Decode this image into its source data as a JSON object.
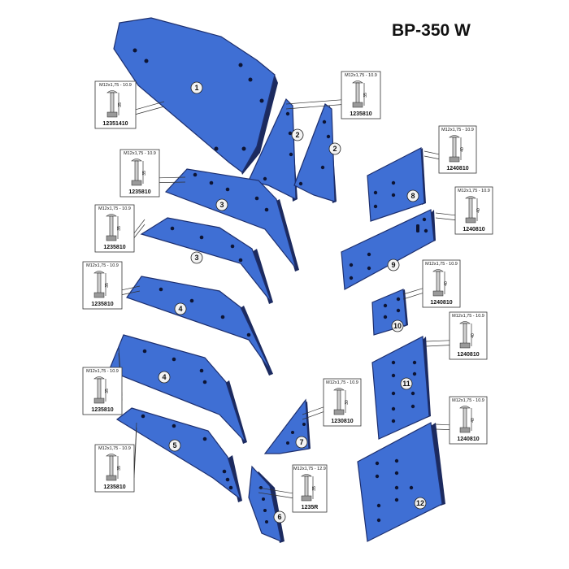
{
  "title": "BP-350 W",
  "parts": [
    {
      "id": "1"
    },
    {
      "id": "2"
    },
    {
      "id": "2"
    },
    {
      "id": "3"
    },
    {
      "id": "3"
    },
    {
      "id": "4"
    },
    {
      "id": "4"
    },
    {
      "id": "5"
    },
    {
      "id": "6"
    },
    {
      "id": "7"
    },
    {
      "id": "8"
    },
    {
      "id": "9"
    },
    {
      "id": "10"
    },
    {
      "id": "11"
    },
    {
      "id": "12"
    }
  ],
  "bolts": [
    {
      "spec": "M12x1,75 - 10.9",
      "length": "35",
      "code": "12351410"
    },
    {
      "spec": "M12x1,75 - 10.9",
      "length": "35",
      "code": "1235810"
    },
    {
      "spec": "M12x1,75 - 10.9",
      "length": "35",
      "code": "1235810"
    },
    {
      "spec": "M12x1,75 - 10.9",
      "length": "35",
      "code": "1235810"
    },
    {
      "spec": "M12x1,75 - 10.9",
      "length": "35",
      "code": "1235810"
    },
    {
      "spec": "M12x1,75 - 10.9",
      "length": "35",
      "code": "1235810"
    },
    {
      "spec": "M12x1,75 - 10.9",
      "length": "35",
      "code": "1235810"
    },
    {
      "spec": "M12x1,75 - 12.9",
      "length": "35",
      "code": "1235R"
    },
    {
      "spec": "M12x1,75 - 10.9",
      "length": "30",
      "code": "1230810"
    },
    {
      "spec": "M12x1,75 - 10.9",
      "length": "40",
      "code": "1240810"
    },
    {
      "spec": "M12x1,75 - 10.9",
      "length": "40",
      "code": "1240810"
    },
    {
      "spec": "M12x1,75 - 10.9",
      "length": "40",
      "code": "1240810"
    },
    {
      "spec": "M12x1,75 - 10.9",
      "length": "40",
      "code": "1240810"
    },
    {
      "spec": "M12x1,75 - 10.9",
      "length": "40",
      "code": "1240810"
    }
  ]
}
